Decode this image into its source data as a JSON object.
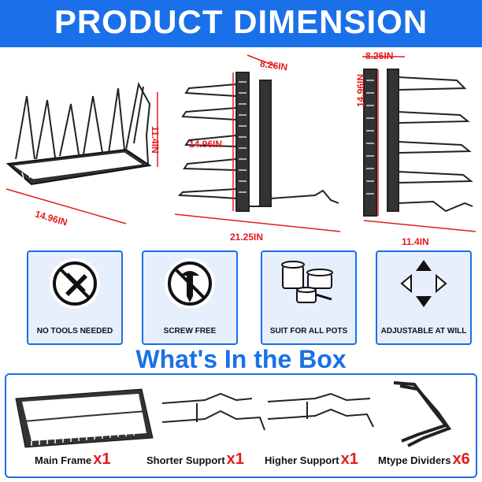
{
  "banner": {
    "title": "PRODUCT DIMENSION"
  },
  "dimensions": {
    "view1": {
      "height": "11.4IN",
      "length": "14.96IN"
    },
    "view2": {
      "depth": "8.26IN",
      "height": "14.96IN",
      "width": "21.25IN"
    },
    "view3": {
      "depth": "8.26IN",
      "height": "14.96IN",
      "width": "11.4IN"
    }
  },
  "features": [
    {
      "label": "NO TOOLS NEEDED",
      "icon": "no-tools-icon"
    },
    {
      "label": "SCREW FREE",
      "icon": "no-screw-icon"
    },
    {
      "label": "SUIT FOR ALL POTS",
      "icon": "pots-icon"
    },
    {
      "label": "ADJUSTABLE AT WILL",
      "icon": "arrows-icon"
    }
  ],
  "box": {
    "title": "What's In the Box",
    "items": [
      {
        "name": "Main Frame",
        "qty": "x1"
      },
      {
        "name": "Shorter Support",
        "qty": "x1"
      },
      {
        "name": "Higher Support",
        "qty": "x1"
      },
      {
        "name": "Mtype Dividers",
        "qty": "x6"
      }
    ]
  },
  "colors": {
    "banner": "#1a70e8",
    "accent": "#e21b1b",
    "panel": "#e7effc",
    "product": "#222222"
  }
}
